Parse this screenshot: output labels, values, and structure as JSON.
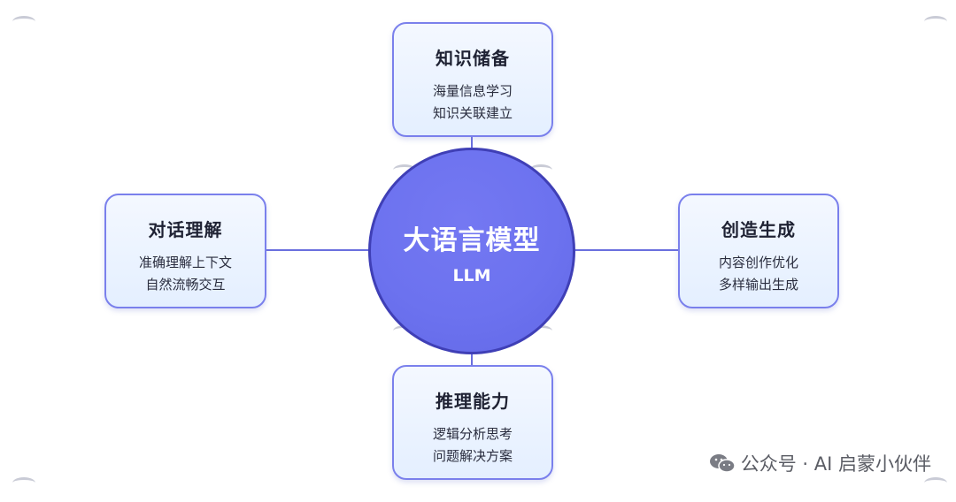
{
  "center": {
    "title": "大语言模型",
    "subtitle": "LLM"
  },
  "nodes": {
    "top": {
      "title": "知识储备",
      "lines": [
        "海量信息学习",
        "知识关联建立"
      ]
    },
    "left": {
      "title": "对话理解",
      "lines": [
        "准确理解上下文",
        "自然流畅交互"
      ]
    },
    "right": {
      "title": "创造生成",
      "lines": [
        "内容创作优化",
        "多样输出生成"
      ]
    },
    "bottom": {
      "title": "推理能力",
      "lines": [
        "逻辑分析思考",
        "问题解决方案"
      ]
    }
  },
  "watermark": {
    "text": "公众号 · AI 启蒙小伙伴",
    "icon": "wechat-icon"
  },
  "colors": {
    "node_border": "#7a80ec",
    "center_fill": "#6c72ef",
    "connector": "#6a6fde"
  }
}
